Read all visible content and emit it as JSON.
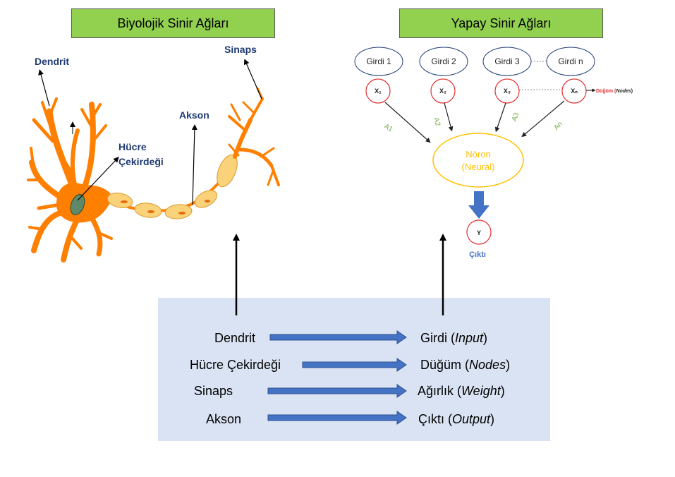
{
  "titles": {
    "biological": "Biyolojik Sinir Ağları",
    "artificial": "Yapay Sinir Ağları"
  },
  "neuron_labels": {
    "dendrite": "Dendrit",
    "synapse": "Sinaps",
    "axon": "Akson",
    "nucleus_line1": "Hücre",
    "nucleus_line2": "Çekirdeği"
  },
  "network": {
    "inputs": [
      "Girdi 1",
      "Girdi 2",
      "Girdi 3",
      "Girdi n"
    ],
    "nodes": [
      "X₁",
      "X₂",
      "X₃",
      "Xₙ"
    ],
    "weights": [
      "A1",
      "A2",
      "A3",
      "An"
    ],
    "node_note_main": "Düğüm (",
    "node_note_italic": "Nodes",
    "node_note_end": ")",
    "neuron_line1": "Nöron",
    "neuron_line2": "(Neural)",
    "output_node": "Y",
    "output_label": "Çıktı"
  },
  "mapping": [
    {
      "left": "Dendrit",
      "right_main": "Girdi (",
      "right_italic": "Input",
      "right_end": ")"
    },
    {
      "left": "Hücre Çekirdeği",
      "right_main": "Düğüm (",
      "right_italic": "Nodes",
      "right_end": ")"
    },
    {
      "left": "Sinaps",
      "right_main": "Ağırlık (",
      "right_italic": "Weight",
      "right_end": ")"
    },
    {
      "left": "Akson",
      "right_main": "Çıktı (",
      "right_italic": "Output",
      "right_end": ")"
    }
  ],
  "colors": {
    "title_bg": "#92d050",
    "panel_bg": "#dae3f3",
    "neuron_orange": "#ff7f00",
    "myelin": "#f9d27a",
    "nucleus": "#5f8a6a",
    "node_border": "#e03030",
    "neuron_border": "#ffc000",
    "arrow_blue": "#4472c4",
    "weight_green": "#70ad47",
    "label_navy": "#1f3b73"
  }
}
